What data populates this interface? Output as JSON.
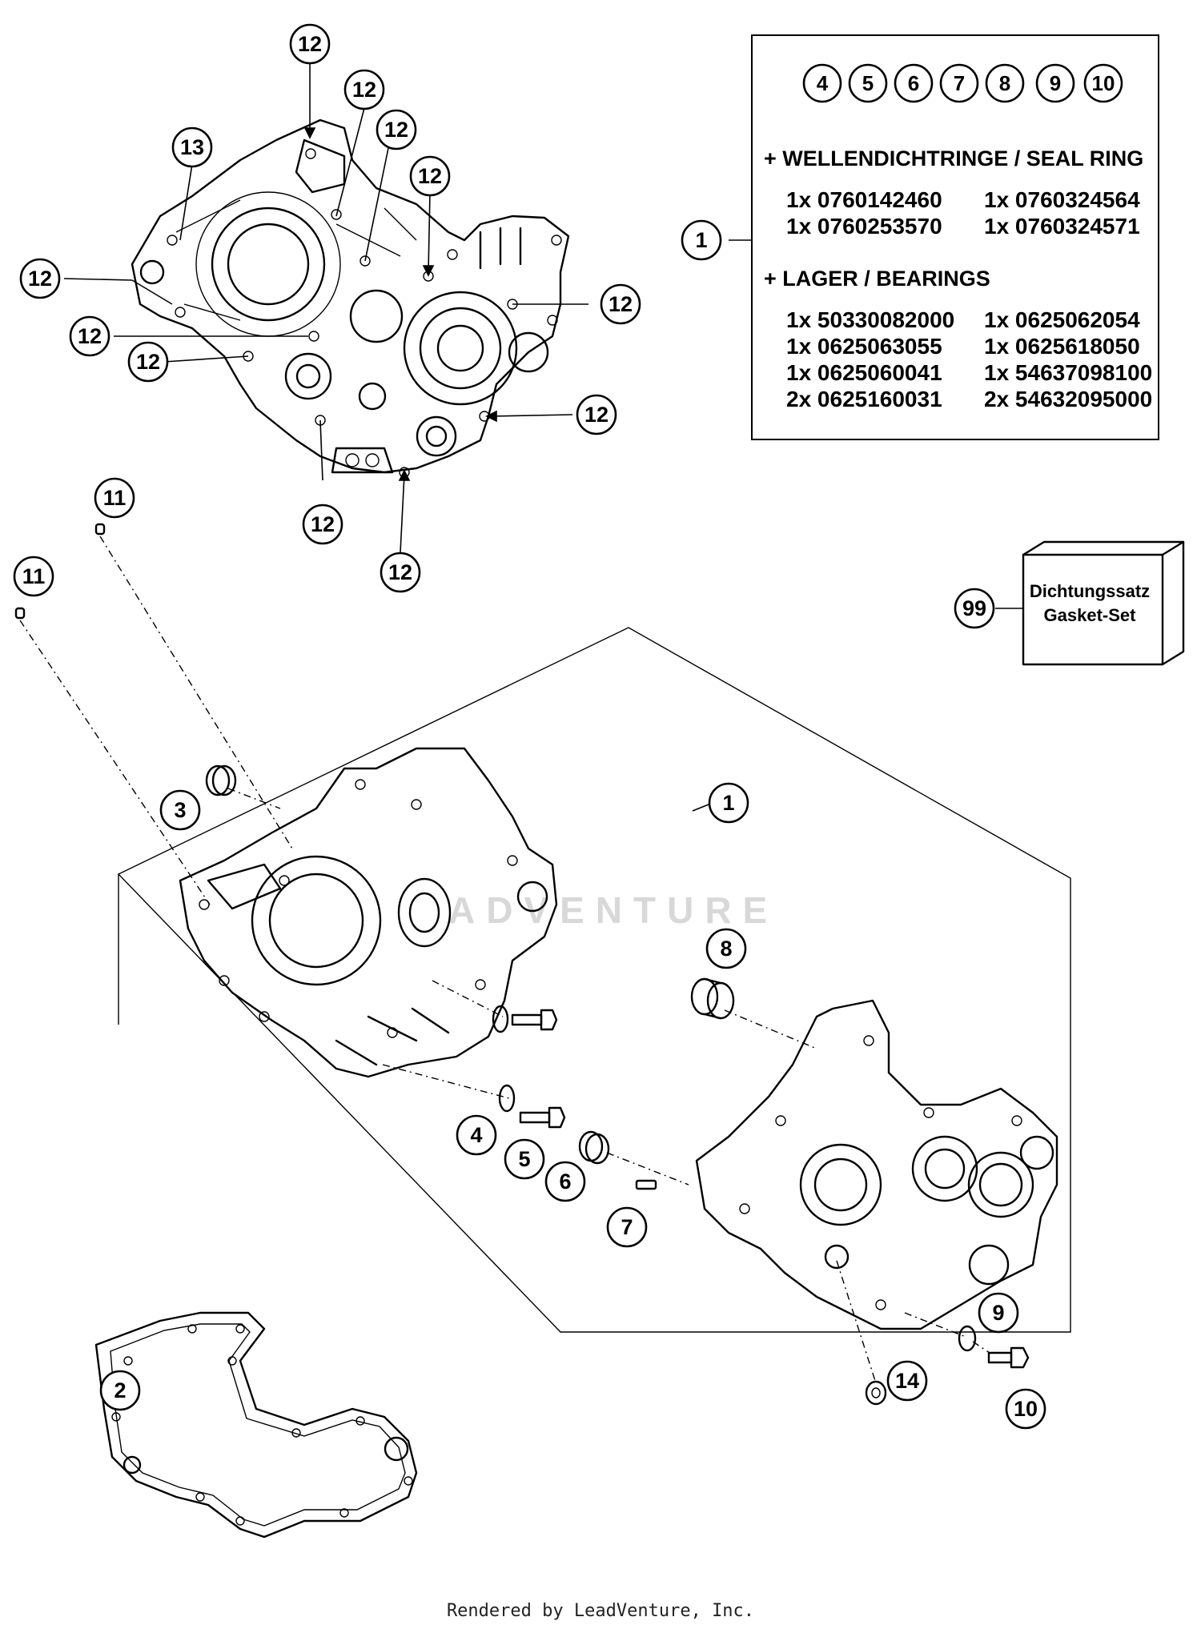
{
  "info_box": {
    "kit_numbers": [
      "4",
      "5",
      "6",
      "7",
      "8",
      "9",
      "10"
    ],
    "seal_heading": "+ WELLENDICHTRINGE / SEAL RING",
    "seal_items": [
      "1x 0760142460",
      "1x 0760324564",
      "1x 0760253570",
      "1x 0760324571"
    ],
    "bearing_heading": "+ LAGER / BEARINGS",
    "bearing_items": [
      "1x 50330082000",
      "1x 0625062054",
      "1x 0625063055",
      "1x 0625618050",
      "1x 0625060041",
      "1x 54637098100",
      "2x 0625160031",
      "2x 54632095000"
    ]
  },
  "gasket_set": {
    "label_de": "Dichtungssatz",
    "label_en": "Gasket-Set"
  },
  "callouts": {
    "c1_box": "1",
    "c1_main": "1",
    "c2": "2",
    "c3": "3",
    "c4": "4",
    "c5": "5",
    "c6": "6",
    "c7": "7",
    "c8": "8",
    "c9": "9",
    "c10": "10",
    "c11a": "11",
    "c11b": "11",
    "c12": "12",
    "c13": "13",
    "c14": "14",
    "c99": "99"
  },
  "watermark": "ADVENTURE",
  "footer": "Rendered by LeadVenture, Inc."
}
